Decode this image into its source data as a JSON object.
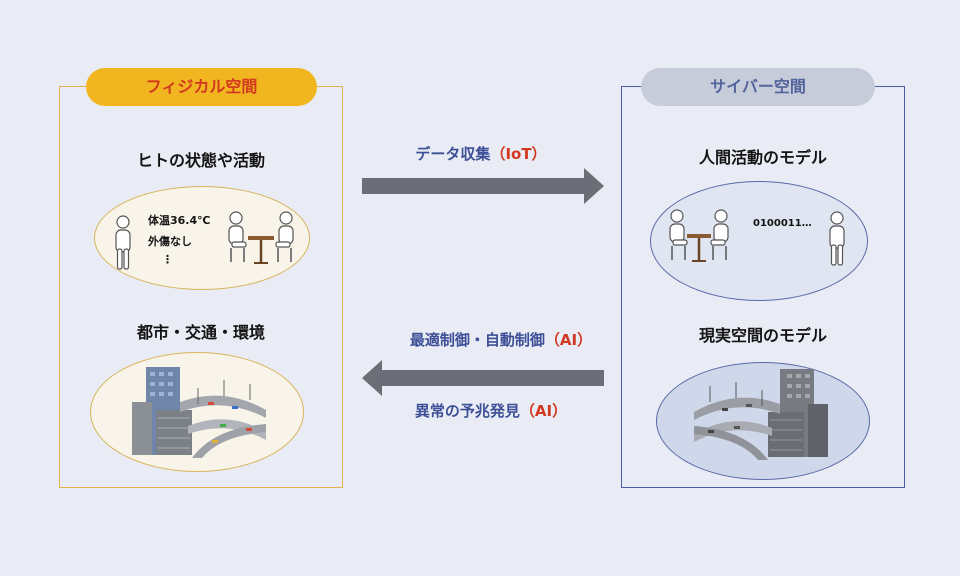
{
  "physical": {
    "pill_label": "フィジカル空間",
    "heading_1": "ヒトの状態や活動",
    "status_line_1": "体温36.4℃",
    "status_line_2": "外傷なし",
    "status_line_3": "⋮",
    "heading_2": "都市・交通・環境"
  },
  "cyber": {
    "pill_label": "サイバー空間",
    "heading_1": "人間活動のモデル",
    "binary_text": "0100011…",
    "heading_2": "現実空間のモデル"
  },
  "arrows": {
    "iot_label": "データ収集",
    "iot_paren": "（IoT）",
    "control_label": "最適制御・自動制御",
    "control_paren": "（AI）",
    "anomaly_label": "異常の予兆発見",
    "anomaly_paren": "（AI）"
  },
  "colors": {
    "physical_accent": "#f1b51f",
    "physical_text": "#d2381f",
    "cyber_accent": "#c6ccd9",
    "cyber_text": "#53649c",
    "arrow": "#6b6e76",
    "label_blue": "#3d4f96",
    "label_red": "#d2381f"
  }
}
